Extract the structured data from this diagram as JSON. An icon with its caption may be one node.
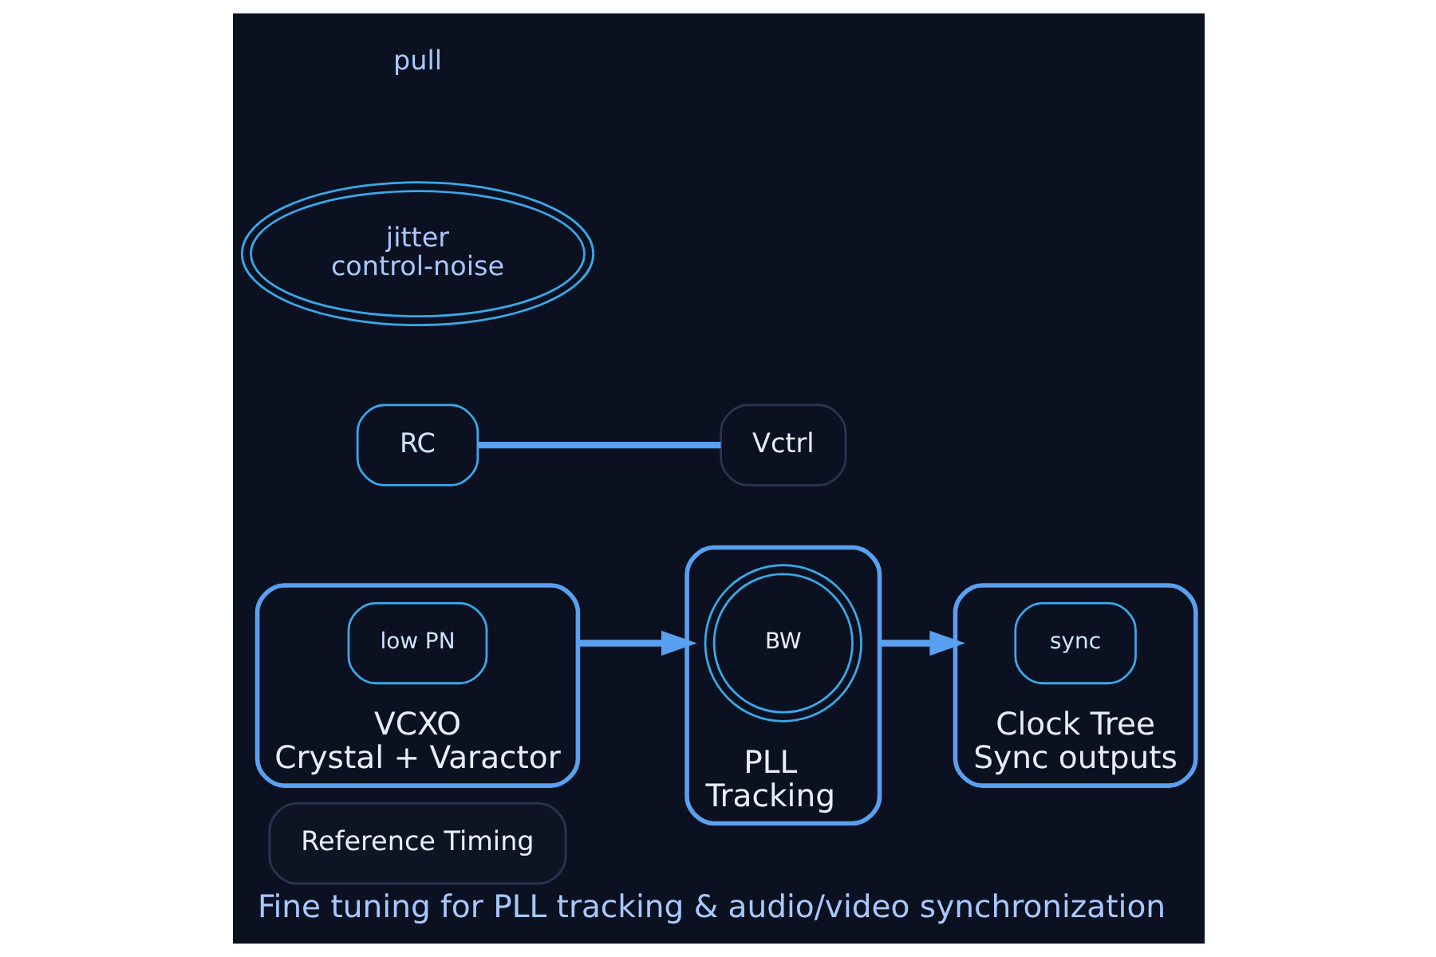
{
  "diagram": {
    "caption": "Fine tuning for PLL tracking & audio/video synchronization",
    "nodes": [
      {
        "text": [
          "Reference Timing"
        ]
      },
      {
        "text": [
          "VCXO",
          "Crystal + Varactor"
        ]
      },
      {
        "text": [
          "low PN"
        ],
        "in": 1
      },
      {
        "text": [
          "PLL",
          "Tracking"
        ]
      },
      {
        "text": [
          "BW"
        ],
        "in": 3
      },
      {
        "text": [
          "Clock Tree",
          "Sync outputs"
        ]
      },
      {
        "text": [
          "sync"
        ],
        "in": 5
      },
      {
        "text": [
          "RC"
        ]
      },
      {
        "text": [
          "Vctrl"
        ]
      },
      {
        "text": [
          "jitter",
          "control-noise"
        ]
      }
    ],
    "edges": [
      {
        "from": 1,
        "to": 3,
        "arrow": "to"
      },
      {
        "from": 3,
        "to": 5,
        "arrow": "to"
      },
      {
        "from": 7,
        "to": 8,
        "arrow": "none"
      }
    ],
    "labels": [
      "pull"
    ]
  }
}
